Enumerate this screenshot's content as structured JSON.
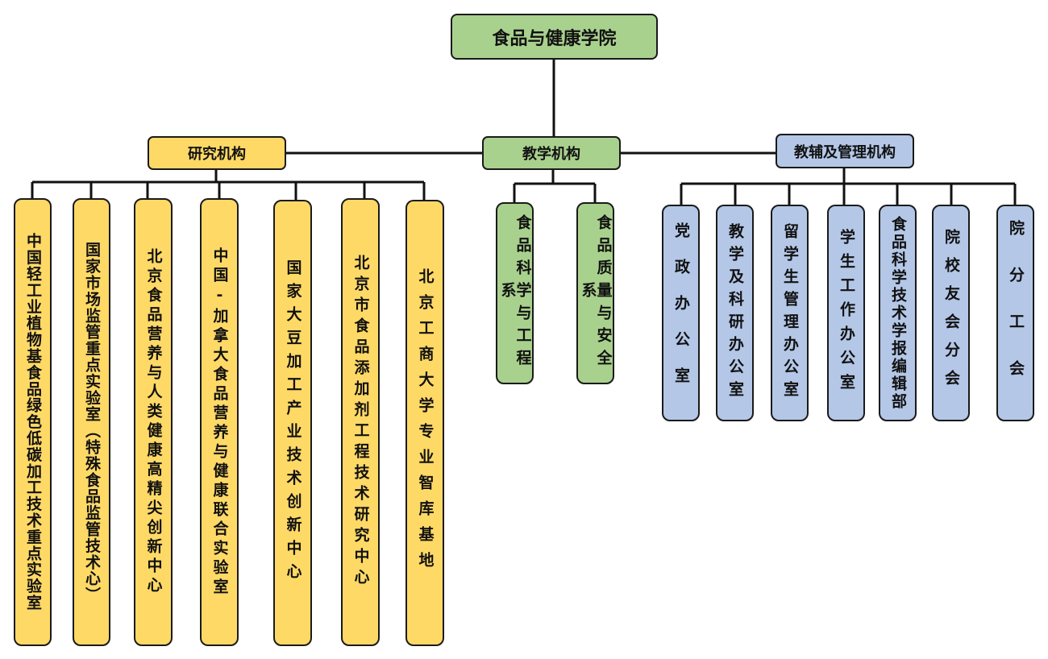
{
  "root": {
    "label": "食品与健康学院"
  },
  "branches": {
    "research": {
      "label": "研究机构",
      "children": [
        "中国轻工业植物基食品绿色低碳加工技术重点实验室",
        "国家市场监管重点实验室（特殊食品监管技术心）",
        "北京食品营养与人类健康高精尖创新中心",
        "中国-加拿大食品营养与健康联合实验室",
        "国家大豆加工产业技术创新中心",
        "北京市食品添加剂工程技术研究中心",
        "北京工商大学专业智库基地"
      ]
    },
    "teaching": {
      "label": "教学机构",
      "children": [
        "食品科学与工程系",
        "食品质量与安全系"
      ]
    },
    "admin": {
      "label": "教辅及管理机构",
      "children": [
        "党政办公室",
        "教学及科研办公室",
        "留学生管理办公室",
        "学生工作办公室",
        "食品科学技术学报编辑部",
        "院校友会分会",
        "院分工会"
      ]
    }
  },
  "colors": {
    "root": "#a9d18e",
    "research": "#ffd966",
    "teaching": "#a9d18e",
    "admin": "#b4c7e7",
    "line": "#111111"
  }
}
